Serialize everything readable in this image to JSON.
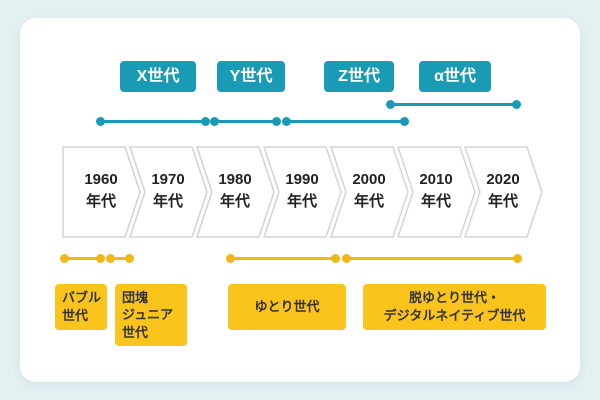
{
  "top_generations": [
    {
      "label": "X世代"
    },
    {
      "label": "Y世代"
    },
    {
      "label": "Z世代"
    },
    {
      "label": "α世代"
    }
  ],
  "decades": [
    {
      "label": "1960\n年代"
    },
    {
      "label": "1970\n年代"
    },
    {
      "label": "1980\n年代"
    },
    {
      "label": "1990\n年代"
    },
    {
      "label": "2000\n年代"
    },
    {
      "label": "2010\n年代"
    },
    {
      "label": "2020\n年代"
    }
  ],
  "bottom_generations": [
    {
      "label": "バブル\n世代"
    },
    {
      "label": "団塊\nジュニア\n世代"
    },
    {
      "label": "ゆとり世代"
    },
    {
      "label": "脱ゆとり世代・\nデジタルネイティブ世代"
    }
  ],
  "colors": {
    "teal": "#1a9bb5",
    "yellow": "#fac41d",
    "background": "#e3f1f3",
    "chevron_outline": "#d4d4d4",
    "text_dark": "#333333"
  }
}
